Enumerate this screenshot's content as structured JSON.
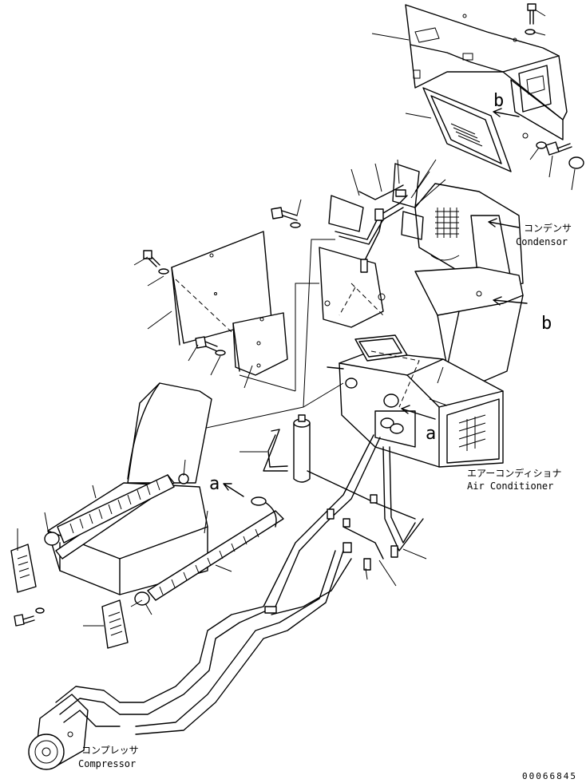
{
  "labels": {
    "condenser_jp": "コンデンサ",
    "condenser_en": "Condensor",
    "aircon_jp": "エアーコンディショナ",
    "aircon_en": "Air Conditioner",
    "compressor_jp": "コンプレッサ",
    "compressor_en": "Compressor"
  },
  "markers": {
    "a_upper": "a",
    "a_lower": "a",
    "b_upper": "b",
    "b_lower": "b"
  },
  "drawing_code": "00066845"
}
